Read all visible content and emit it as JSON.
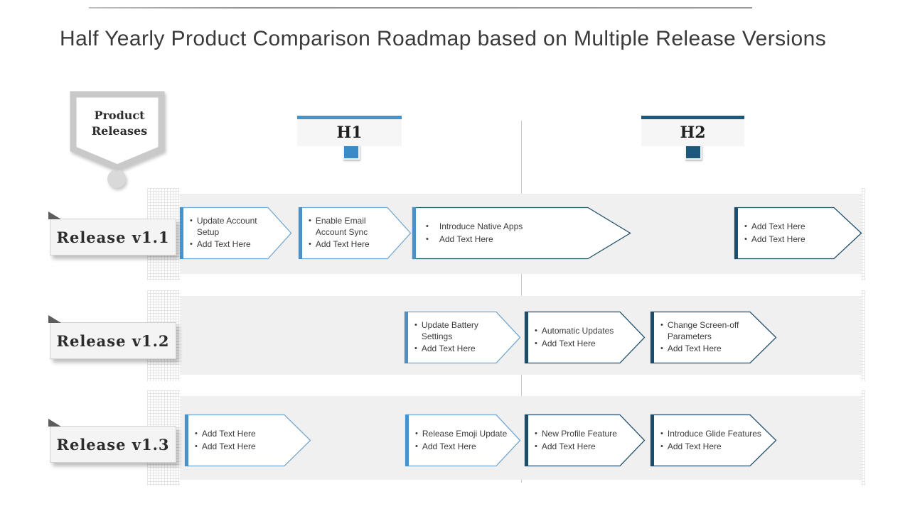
{
  "title": "Half Yearly Product Comparison Roadmap based on Multiple Release Versions",
  "legend_badge": {
    "label": "Product Releases"
  },
  "columns": [
    {
      "label": "H1",
      "accent": "#4293d0",
      "marker": "#3a8bc6"
    },
    {
      "label": "H2",
      "accent": "#1b587c",
      "marker": "#1b587c"
    }
  ],
  "colors": {
    "light_box_outline": "#75a8d0",
    "light_box_bar": "#4a90c9",
    "dark_box_outline": "#22506c",
    "dark_box_bar": "#1d4d6b",
    "row_band": "#f0f0f0",
    "divider_line": "#c9c9c9",
    "title_text": "#3a3a3a"
  },
  "rows": [
    {
      "label": "Release v1.1",
      "boxes": [
        {
          "lines": [
            "Update Account Setup",
            "Add Text Here"
          ]
        },
        {
          "lines": [
            "Enable Email Account Sync",
            "Add Text Here"
          ]
        },
        {
          "lines": [
            "Introduce Native Apps",
            "Add Text Here"
          ]
        },
        {
          "lines": [
            "Add Text Here",
            "Add Text Here"
          ]
        }
      ]
    },
    {
      "label": "Release v1.2",
      "boxes": [
        {
          "lines": [
            "Update Battery Settings",
            "Add Text Here"
          ]
        },
        {
          "lines": [
            "Automatic Updates",
            "Add Text Here"
          ]
        },
        {
          "lines": [
            "Change Screen-off Parameters",
            "Add Text Here"
          ]
        }
      ]
    },
    {
      "label": "Release v1.3",
      "boxes": [
        {
          "lines": [
            "Add Text Here",
            "Add Text Here"
          ]
        },
        {
          "lines": [
            "Release Emoji Update",
            "Add Text Here"
          ]
        },
        {
          "lines": [
            "New Profile Feature",
            "Add Text Here"
          ]
        },
        {
          "lines": [
            "Introduce Glide Features",
            "Add Text Here"
          ]
        }
      ]
    }
  ]
}
